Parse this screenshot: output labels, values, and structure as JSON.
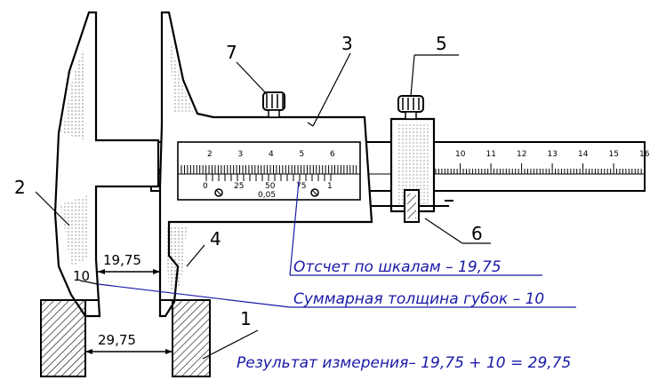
{
  "labels": {
    "n1": "1",
    "n2": "2",
    "n3": "3",
    "n4": "4",
    "n5": "5",
    "n6": "6",
    "n7": "7",
    "n10": "10"
  },
  "dims": {
    "jaw_gap": "19,75",
    "inner_gap": "29,75"
  },
  "scales": {
    "main_ticks": [
      "0",
      "2",
      "3",
      "4",
      "5",
      "6",
      "10",
      "11",
      "12",
      "13",
      "14",
      "15",
      "16"
    ],
    "vernier_ticks": [
      "0",
      "25",
      "50",
      "75",
      "1"
    ],
    "precision": "0,05"
  },
  "captions": {
    "reading": "Отсчет по шкалам – 19,75",
    "jaws": "Суммарная толщина губок – 10",
    "result": "Результат измерения– 19,75 + 10 = 29,75"
  },
  "colors": {
    "ink": "#000000",
    "caption": "#1a1aa8"
  }
}
